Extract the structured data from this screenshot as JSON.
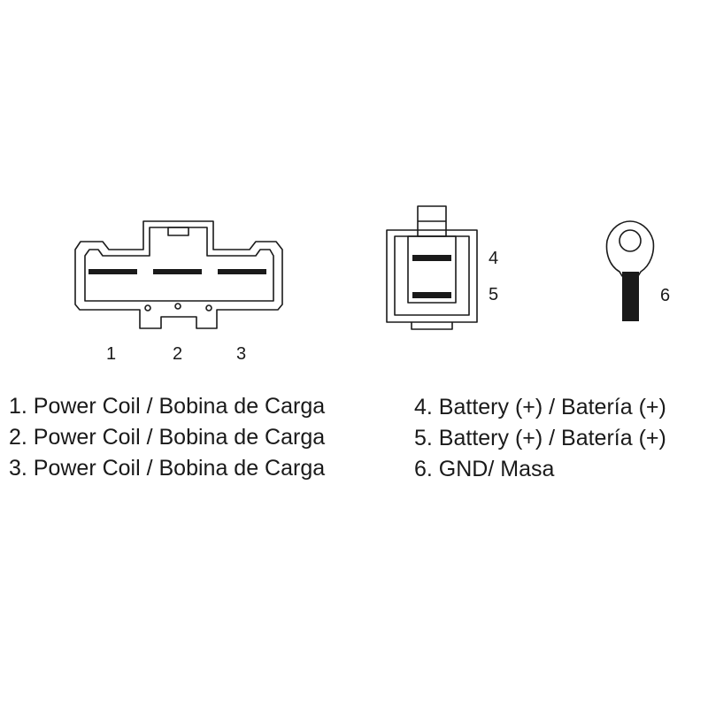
{
  "connector_a": {
    "pins": [
      {
        "number": "1"
      },
      {
        "number": "2"
      },
      {
        "number": "3"
      }
    ]
  },
  "connector_b": {
    "pins": [
      {
        "number": "4"
      },
      {
        "number": "5"
      }
    ]
  },
  "ring_terminal": {
    "pin": {
      "number": "6"
    }
  },
  "legend": {
    "left": [
      {
        "text": "1. Power Coil / Bobina de Carga"
      },
      {
        "text": "2. Power Coil / Bobina de Carga"
      },
      {
        "text": "3. Power Coil / Bobina de Carga"
      }
    ],
    "right": [
      {
        "text": "4. Battery (+) / Batería (+)"
      },
      {
        "text": "5. Battery (+) / Batería (+)"
      },
      {
        "text": "6. GND/ Masa"
      }
    ]
  },
  "colors": {
    "stroke": "#1a1a1a",
    "background": "#ffffff"
  }
}
